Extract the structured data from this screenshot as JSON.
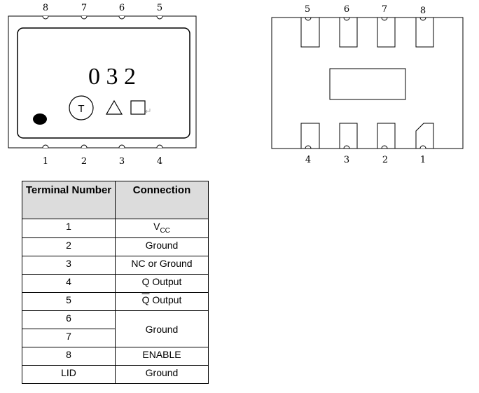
{
  "top_view": {
    "top_pins": [
      "8",
      "7",
      "6",
      "5"
    ],
    "bottom_pins": [
      "1",
      "2",
      "3",
      "4"
    ],
    "marking_code": "0 3 2",
    "t_symbol": "T"
  },
  "bottom_view": {
    "top_pins": [
      "5",
      "6",
      "7",
      "8"
    ],
    "bottom_pins": [
      "4",
      "3",
      "2",
      "1"
    ]
  },
  "table": {
    "header_terminal": "Terminal Number",
    "header_connection": "Connection",
    "rows": [
      {
        "terminal": "1",
        "connection_main": "V",
        "connection_sub": "CC"
      },
      {
        "terminal": "2",
        "connection": "Ground"
      },
      {
        "terminal": "3",
        "connection": "NC or Ground"
      },
      {
        "terminal": "4",
        "connection": "Q Output"
      },
      {
        "terminal": "5",
        "connection_q": "Q",
        "connection_rest": " Output"
      },
      {
        "terminal": "6",
        "connection": "Ground"
      },
      {
        "terminal": "7"
      },
      {
        "terminal": "8",
        "connection": "ENABLE"
      },
      {
        "terminal": "LID",
        "connection": "Ground"
      }
    ]
  }
}
